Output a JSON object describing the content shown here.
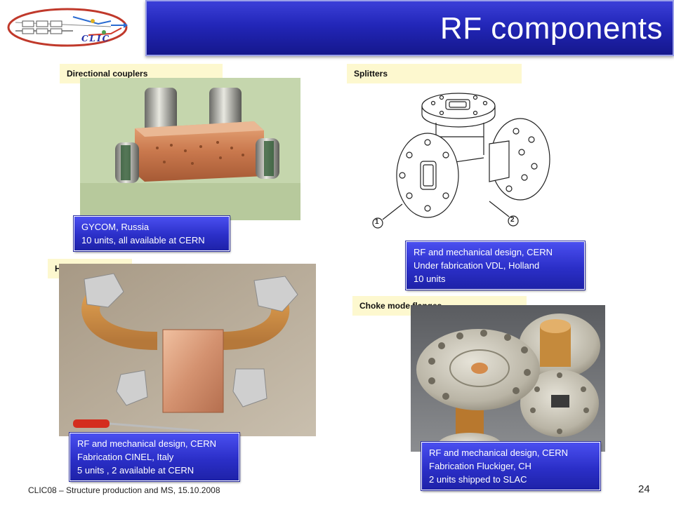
{
  "slide": {
    "title": "RF components",
    "footer": "CLIC08 – Structure production and MS, 15.10.2008",
    "page_number": "24",
    "logo_text": "CLIC"
  },
  "sections": {
    "couplers": {
      "label": "Directional couplers",
      "caption": [
        "GYCOM, Russia",
        "10 units, all available at CERN"
      ]
    },
    "splitters": {
      "label": "Splitters",
      "caption": [
        "RF and mechanical design, CERN",
        "Under fabrication VDL, Holland",
        "10 units"
      ],
      "callouts": [
        "1",
        "2"
      ]
    },
    "hybrids": {
      "label": "Hybrids",
      "caption": [
        "RF and mechanical design, CERN",
        "Fabrication CINEL, Italy",
        "5 units , 2 available at CERN"
      ]
    },
    "flanges": {
      "label": "Choke mode flanges",
      "caption": [
        "RF and mechanical design, CERN",
        "Fabrication  Fluckiger, CH",
        "2 units shipped to SLAC"
      ]
    }
  },
  "colors": {
    "title_bar": "#2226b8",
    "label_bg": "#fdf8cf",
    "caption_bg": "#3035d0"
  }
}
